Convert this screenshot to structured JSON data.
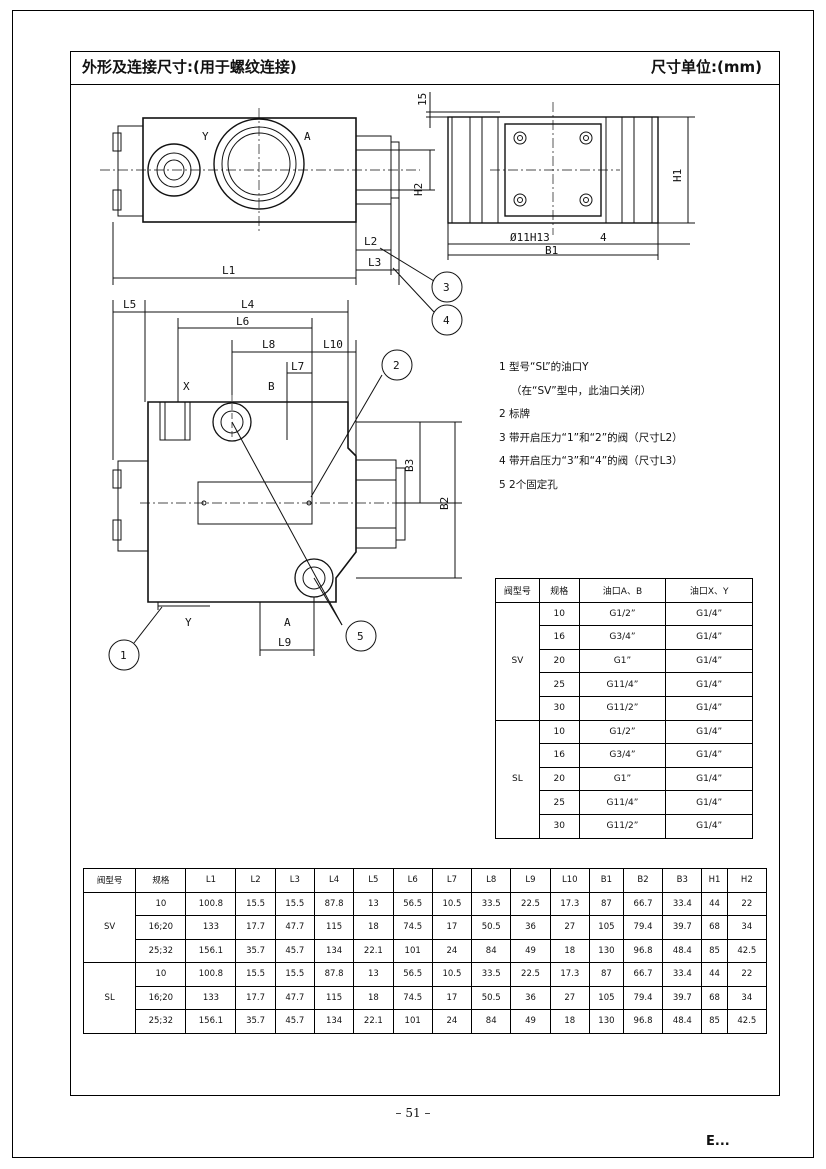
{
  "header": {
    "title": "外形及连接尺寸:(用于螺纹连接)",
    "unit": "尺寸单位:(mm)"
  },
  "drawing_labels": {
    "L1": "L1",
    "L2": "L2",
    "L3": "L3",
    "L4": "L4",
    "L5": "L5",
    "L6": "L6",
    "L7": "L7",
    "L8": "L8",
    "L9": "L9",
    "L10": "L10",
    "H1": "H1",
    "H2": "H2",
    "B1": "B1",
    "B2": "B2",
    "B3": "B3",
    "dim15": "15",
    "dim4": "4",
    "hole": "Ø11H13",
    "portY": "Y",
    "portA": "A",
    "portX": "X",
    "portB": "B",
    "portA2": "A",
    "portY2": "Y",
    "callouts": [
      "1",
      "2",
      "3",
      "4",
      "5"
    ]
  },
  "notes": [
    "1 型号“SL”的油口Y",
    "（在“SV”型中，此油口关闭）",
    "2 标牌",
    "3 带开启压力“1”和“2”的阀（尺寸L2）",
    "4 带开启压力“3”和“4”的阀（尺寸L3）",
    "5 2个固定孔"
  ],
  "port_table": {
    "headers": [
      "阀型号",
      "规格",
      "油口A、B",
      "油口X、Y"
    ],
    "groups": [
      {
        "model": "SV",
        "rows": [
          [
            "10",
            "G1/2”",
            "G1/4”"
          ],
          [
            "16",
            "G3/4”",
            "G1/4”"
          ],
          [
            "20",
            "G1”",
            "G1/4”"
          ],
          [
            "25",
            "G11/4”",
            "G1/4”"
          ],
          [
            "30",
            "G11/2”",
            "G1/4”"
          ]
        ]
      },
      {
        "model": "SL",
        "rows": [
          [
            "10",
            "G1/2”",
            "G1/4”"
          ],
          [
            "16",
            "G3/4”",
            "G1/4”"
          ],
          [
            "20",
            "G1”",
            "G1/4”"
          ],
          [
            "25",
            "G11/4”",
            "G1/4”"
          ],
          [
            "30",
            "G11/2”",
            "G1/4”"
          ]
        ]
      }
    ]
  },
  "dim_table": {
    "headers": [
      "阀型号",
      "规格",
      "L1",
      "L2",
      "L3",
      "L4",
      "L5",
      "L6",
      "L7",
      "L8",
      "L9",
      "L10",
      "B1",
      "B2",
      "B3",
      "H1",
      "H2"
    ],
    "groups": [
      {
        "model": "SV",
        "rows": [
          [
            "10",
            "100.8",
            "15.5",
            "15.5",
            "87.8",
            "13",
            "56.5",
            "10.5",
            "33.5",
            "22.5",
            "17.3",
            "87",
            "66.7",
            "33.4",
            "44",
            "22"
          ],
          [
            "16;20",
            "133",
            "17.7",
            "47.7",
            "115",
            "18",
            "74.5",
            "17",
            "50.5",
            "36",
            "27",
            "105",
            "79.4",
            "39.7",
            "68",
            "34"
          ],
          [
            "25;32",
            "156.1",
            "35.7",
            "45.7",
            "134",
            "22.1",
            "101",
            "24",
            "84",
            "49",
            "18",
            "130",
            "96.8",
            "48.4",
            "85",
            "42.5"
          ]
        ]
      },
      {
        "model": "SL",
        "rows": [
          [
            "10",
            "100.8",
            "15.5",
            "15.5",
            "87.8",
            "13",
            "56.5",
            "10.5",
            "33.5",
            "22.5",
            "17.3",
            "87",
            "66.7",
            "33.4",
            "44",
            "22"
          ],
          [
            "16;20",
            "133",
            "17.7",
            "47.7",
            "115",
            "18",
            "74.5",
            "17",
            "50.5",
            "36",
            "27",
            "105",
            "79.4",
            "39.7",
            "68",
            "34"
          ],
          [
            "25;32",
            "156.1",
            "35.7",
            "45.7",
            "134",
            "22.1",
            "101",
            "24",
            "84",
            "49",
            "18",
            "130",
            "96.8",
            "48.4",
            "85",
            "42.5"
          ]
        ]
      }
    ]
  },
  "footer": {
    "page_number": "– 51 –",
    "logo": "E..."
  }
}
